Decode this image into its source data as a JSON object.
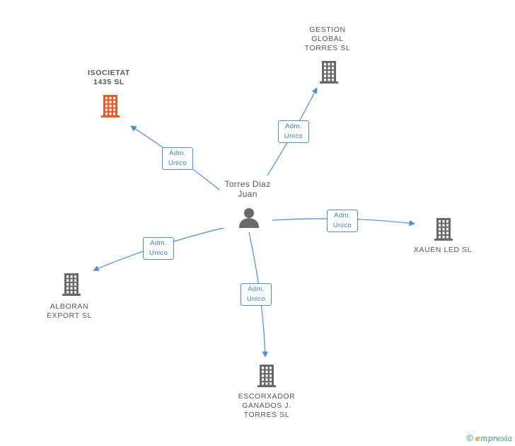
{
  "center": {
    "name": "Torres Diaz\nJuan",
    "icon": "person-icon"
  },
  "companies": [
    {
      "id": "isocietat",
      "name": "ISOCIETAT\n1435  SL",
      "highlight": true,
      "icon": "building-icon",
      "color": "#f05a28"
    },
    {
      "id": "gestion",
      "name": "GESTION\nGLOBAL\nTORRES  SL",
      "highlight": false,
      "icon": "building-icon",
      "color": "#6a6a6a"
    },
    {
      "id": "xauen",
      "name": "XAUEN LED  SL",
      "highlight": false,
      "icon": "building-icon",
      "color": "#6a6a6a"
    },
    {
      "id": "alboran",
      "name": "ALBORAN\nEXPORT  SL",
      "highlight": false,
      "icon": "building-icon",
      "color": "#6a6a6a"
    },
    {
      "id": "escorxador",
      "name": "ESCORXADOR\nGANADOS J.\nTORRES  SL",
      "highlight": false,
      "icon": "building-icon",
      "color": "#6a6a6a"
    }
  ],
  "relations": [
    {
      "target": "isocietat",
      "role_line1": "Adm.",
      "role_line2": "Unico"
    },
    {
      "target": "gestion",
      "role_line1": "Adm.",
      "role_line2": "Unico"
    },
    {
      "target": "xauen",
      "role_line1": "Adm.",
      "role_line2": "Unico"
    },
    {
      "target": "alboran",
      "role_line1": "Adm.",
      "role_line2": "Unico"
    },
    {
      "target": "escorxador",
      "role_line1": "Adm.",
      "role_line2": "Unico"
    }
  ],
  "colors": {
    "edge": "#4a8fd6",
    "company": "#6a6a6a",
    "highlight": "#f05a28",
    "person": "#6a6a6a"
  },
  "footer": {
    "copyright": "©",
    "brand_first": "e",
    "brand_rest": "mpresia"
  }
}
